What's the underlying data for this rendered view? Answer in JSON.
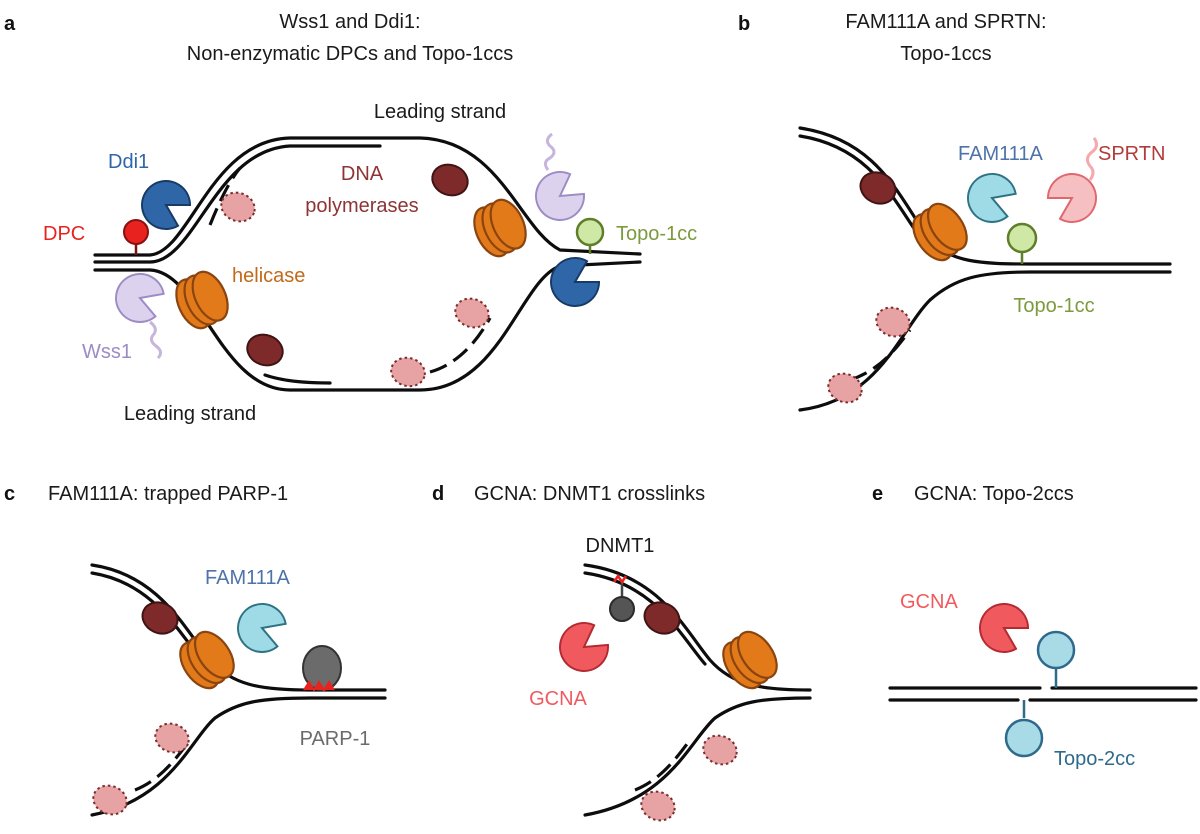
{
  "colors": {
    "dpc": "#e8231f",
    "ddi1": "#2e66a8",
    "wss1": "#c6b5de",
    "helicase": "#e27a1a",
    "polymerase": "#7e2a2a",
    "okazaki": "#e7a3a3",
    "topo1": "#cfe8a6",
    "topo1_text": "#7c9a3e",
    "fam111a": "#9fdbe6",
    "fam111a_text": "#4e73a8",
    "sprtn": "#f6a9ad",
    "sprtn_text": "#b13c3c",
    "parp1": "#6b6b6b",
    "dnmt1": "#555555",
    "gcna": "#f05a5f",
    "topo2": "#a9dbe6",
    "topo2_text": "#2e6a8c",
    "wss1_text": "#9c8cc4",
    "helicase_text": "#c26a1a",
    "polymerase_text": "#8e3434"
  },
  "panels": {
    "a": {
      "letter": "a",
      "title_line1": "Wss1 and Ddi1:",
      "title_line2": "Non-enzymatic DPCs and Topo-1ccs",
      "labels": {
        "leading_top": "Leading strand",
        "leading_bottom": "Leading strand",
        "ddi1": "Ddi1",
        "dpc": "DPC",
        "wss1": "Wss1",
        "helicase": "helicase",
        "dna_poly_line1": "DNA",
        "dna_poly_line2": "polymerases",
        "topo1cc": "Topo-1cc"
      }
    },
    "b": {
      "letter": "b",
      "title_line1": "FAM111A and SPRTN:",
      "title_line2": "Topo-1ccs",
      "labels": {
        "fam111a": "FAM111A",
        "sprtn": "SPRTN",
        "topo1cc": "Topo-1cc"
      }
    },
    "c": {
      "letter": "c",
      "title": "FAM111A: trapped PARP-1",
      "labels": {
        "fam111a": "FAM111A",
        "parp1": "PARP-1"
      }
    },
    "d": {
      "letter": "d",
      "title": "GCNA: DNMT1 crosslinks",
      "labels": {
        "dnmt1": "DNMT1",
        "gcna": "GCNA"
      }
    },
    "e": {
      "letter": "e",
      "title": "GCNA: Topo-2ccs",
      "labels": {
        "gcna": "GCNA",
        "topo2cc": "Topo-2cc"
      }
    }
  }
}
